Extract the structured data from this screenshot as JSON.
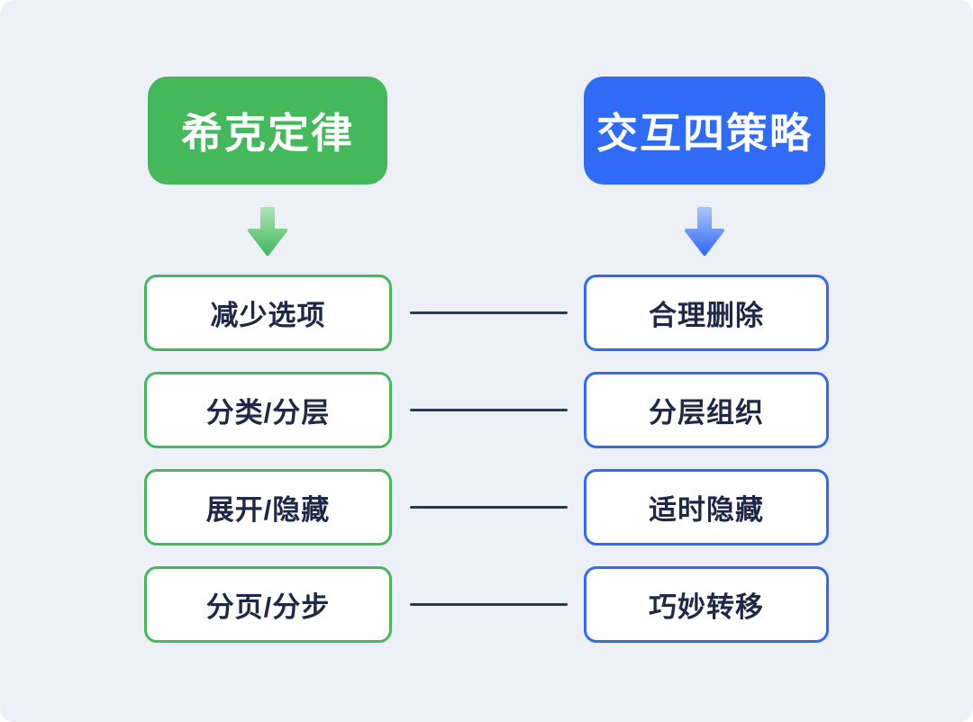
{
  "colors": {
    "bg": "#edf0f6",
    "green": "#45b85c",
    "green-light": "#a9e3b4",
    "blue": "#2f6bf5",
    "blue-light": "#a9c3f5",
    "text": "#1f2947",
    "line": "#2b3a50",
    "box-bg": "#ffffff"
  },
  "diagram": {
    "left": {
      "title": "希克定律",
      "items": [
        "减少选项",
        "分类/分层",
        "展开/隐藏",
        "分页/分步"
      ]
    },
    "right": {
      "title": "交互四策略",
      "items": [
        "合理删除",
        "分层组织",
        "适时隐藏",
        "巧妙转移"
      ]
    }
  }
}
